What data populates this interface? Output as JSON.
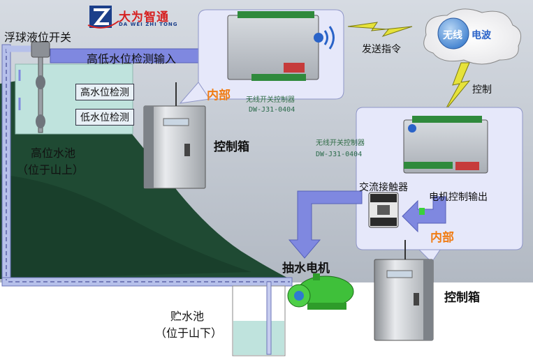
{
  "logo": {
    "cn": "大为智通",
    "en": "DA WEI ZHI TONG"
  },
  "labels": {
    "float_switch": "浮球液位开关",
    "high_low_input": "高低水位检测输入",
    "send_command": "发送指令",
    "wireless_1": "无线",
    "wireless_2": "电波",
    "control": "控制",
    "high_level": "高水位检测",
    "low_level": "低水位检测",
    "inner_1": "内部",
    "inner_2": "内部",
    "controller_name_1": "无线开关控制器",
    "controller_model_1": "DW-J31-0404",
    "controller_name_2": "无线开关控制器",
    "controller_model_2": "DW-J31-0404",
    "control_box_1": "控制箱",
    "control_box_2": "控制箱",
    "upper_pool": "高位水池",
    "upper_pool_sub": "（位于山上）",
    "ac_contactor": "交流接触器",
    "motor_output": "电机控制输出",
    "pump_motor": "抽水电机",
    "lower_pool": "贮水池",
    "lower_pool_sub": "（位于山下）"
  },
  "colors": {
    "mountain": "#1f4a33",
    "sky": "#bfc6cf",
    "arrow_fill": "#7f88e0",
    "callout_fill": "#e6e8fa",
    "water": "#bfe3dd",
    "pump": "#3fc03a",
    "logo_red": "#d62020",
    "logo_blue": "#1b3f8a",
    "inner_text": "#f07c14"
  }
}
